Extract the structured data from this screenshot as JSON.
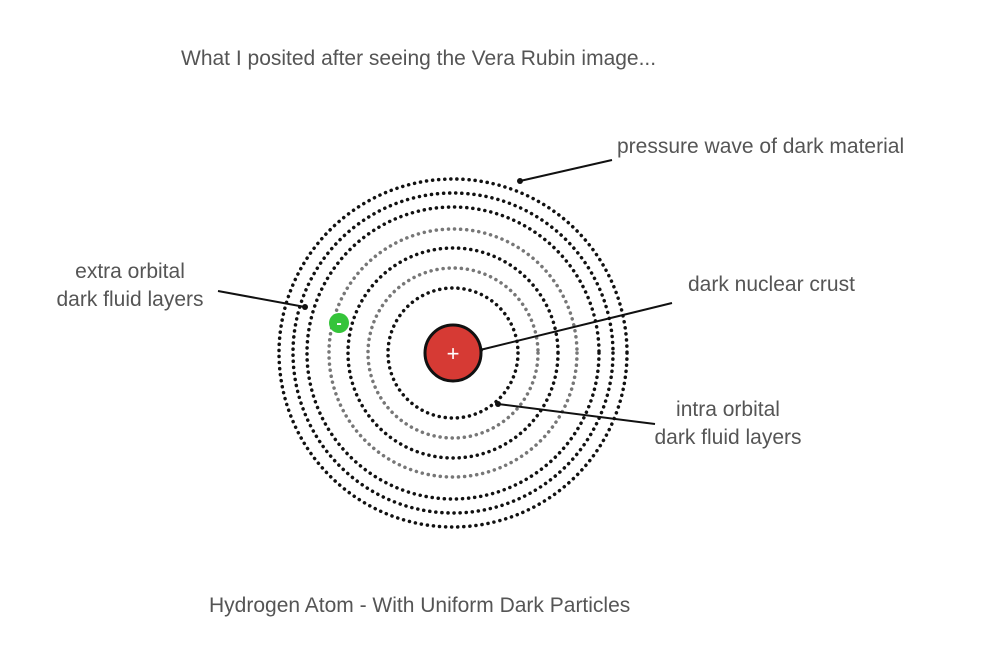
{
  "header": {
    "caption": "What I posited after seeing the Vera Rubin image..."
  },
  "footer": {
    "caption": "Hydrogen Atom - With Uniform Dark Particles"
  },
  "labels": {
    "pressure_wave": "pressure wave of dark material",
    "extra_orbital_line1": "extra orbital",
    "extra_orbital_line2": "dark fluid layers",
    "nuclear_crust": "dark nuclear crust",
    "intra_orbital_line1": "intra orbital",
    "intra_orbital_line2": "dark fluid layers"
  },
  "atom": {
    "nucleus_symbol": "+",
    "electron_symbol": "-",
    "colors": {
      "nucleus": "#d63a34",
      "electron": "#35c43a",
      "dark_ring": "#111111",
      "gray_ring": "#777777"
    }
  }
}
